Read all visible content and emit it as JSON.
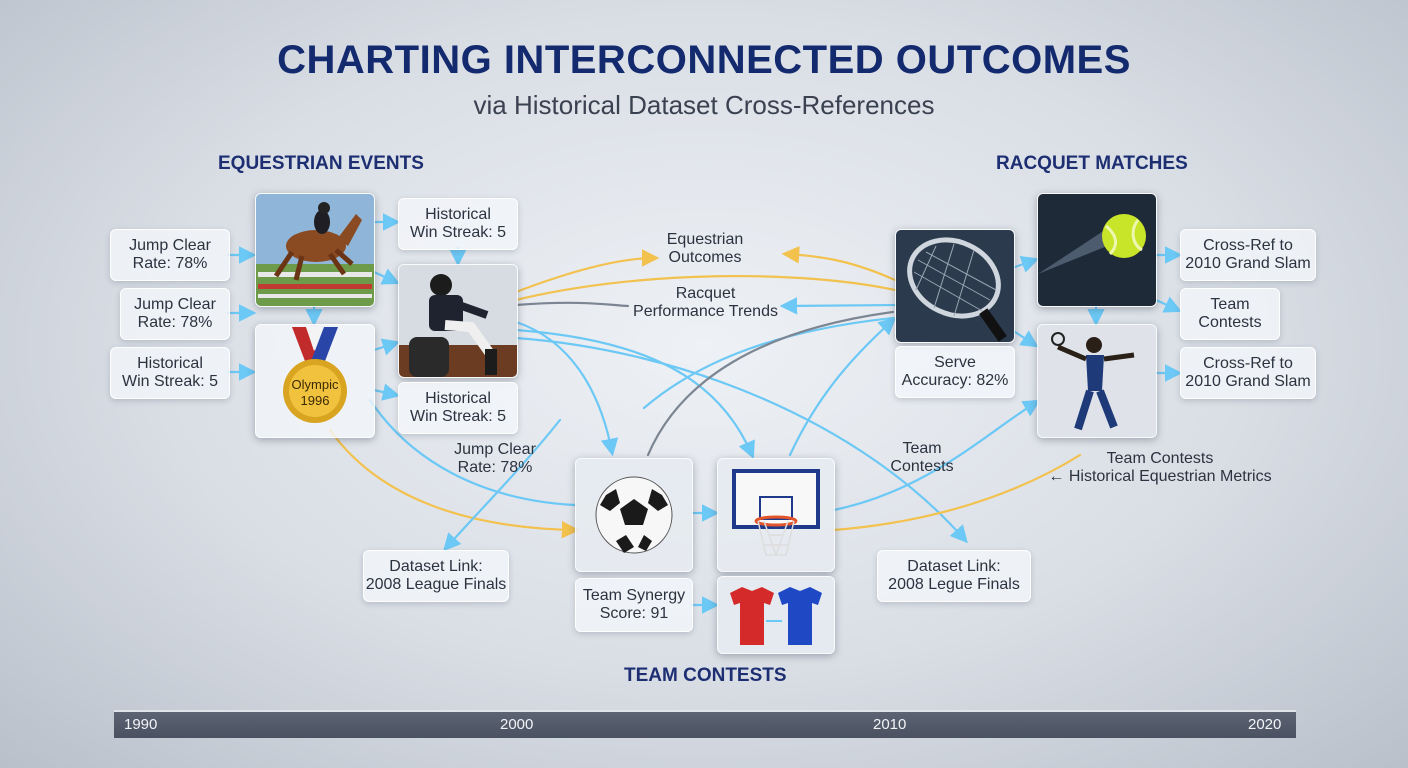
{
  "header": {
    "title": "CHARTING INTERCONNECTED OUTCOMES",
    "subtitle": "via Historical Dataset Cross-References"
  },
  "sections": {
    "equestrian": "EQUESTRIAN EVENTS",
    "racquet": "RACQUET MATCHES",
    "team": "TEAM CONTESTS"
  },
  "equestrian": {
    "jump_clear_1": "Jump Clear\nRate: 78%",
    "jump_clear_2": "Jump Clear\nRate: 78%",
    "win_streak_left": "Historical\nWin Streak: 5",
    "win_streak_top": "Historical\nWin Streak: 5",
    "win_streak_mid": "Historical\nWin Streak: 5",
    "medal_line1": "Olympic",
    "medal_line2": "1996"
  },
  "flow_labels": {
    "equestrian_outcomes": "Equestrian\nOutcomes",
    "racquet_trends": "Racquet\nPerformance Trends",
    "jump_clear_center": "Jump Clear\nRate: 78%",
    "team_contests_mid": "Team\nContests",
    "team_contests_metrics": "Team Contests\n← Historical Equestrian Metrics"
  },
  "racquet": {
    "serve_accuracy": "Serve\nAccuracy: 82%",
    "cross_ref_1": "Cross-Ref to\n2010 Grand Slam",
    "team_contests": "Team\nContests",
    "cross_ref_2": "Cross-Ref to\n2010 Grand Slam"
  },
  "team": {
    "synergy": "Team Synergy\nScore: 91",
    "dataset_link_left": "Dataset Link:\n2008 League Finals",
    "dataset_link_right": "Dataset Link:\n2008 Legue Finals"
  },
  "timeline": {
    "ticks": [
      "1990",
      "2000",
      "2010",
      "2020"
    ]
  },
  "colors": {
    "title": "#142a6e",
    "link_blue": "#6cc8f5",
    "link_gold": "#f2c14e",
    "link_gray": "#7c8592"
  }
}
